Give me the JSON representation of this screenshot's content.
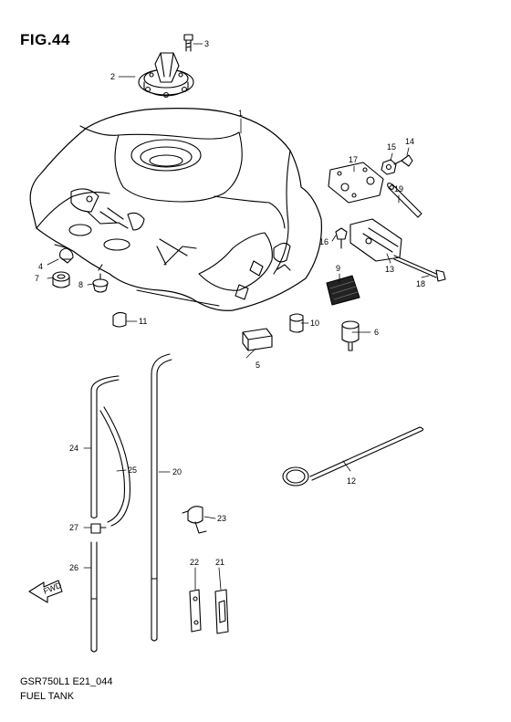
{
  "figure": {
    "title": "FIG.44"
  },
  "footer": {
    "code": "GSR750L1 E21_044",
    "name": "FUEL TANK"
  },
  "arrow_label": "FWD",
  "callouts": {
    "c1": "1",
    "c2": "2",
    "c3": "3",
    "c4": "4",
    "c5": "5",
    "c6": "6",
    "c7": "7",
    "c8": "8",
    "c9": "9",
    "c10": "10",
    "c11": "11",
    "c12": "12",
    "c13": "13",
    "c14": "14",
    "c15": "15",
    "c16": "16",
    "c17": "17",
    "c18": "18",
    "c19": "19",
    "c20": "20",
    "c21": "21",
    "c22": "22",
    "c23": "23",
    "c24": "24",
    "c25": "25",
    "c26": "26",
    "c27": "27"
  }
}
